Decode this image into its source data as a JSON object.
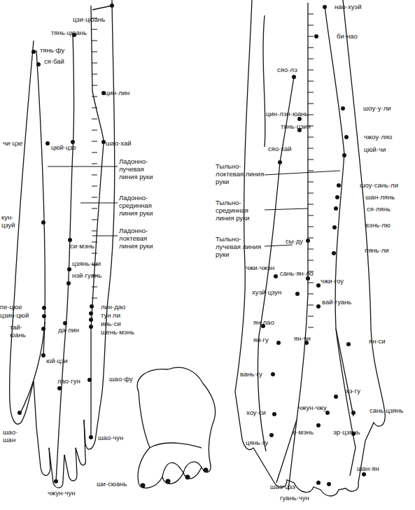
{
  "diagram": {
    "labels": [
      "цзи·цюань",
      "тянь·цюань",
      "тянь·фу",
      "ся·бай",
      "цин·лин",
      "чи·цзе",
      "цюй·цзе",
      "шао·хай",
      "Ладонно- лучевая линия руки",
      "кун· цзуй",
      "си·мэнь",
      "цзянь·ши",
      "нэй·гуань",
      "Ладонно- срединная линия руки",
      "Ладонно- локтевая линия руки",
      "пе·цюе",
      "цзин·цюй",
      "тай· юань",
      "да·лин",
      "лин·дао",
      "тун ли",
      "инь·си",
      "шень·мэнь",
      "юй·цзи",
      "лао·гун",
      "шао·фу",
      "шао· шан",
      "шао·чун",
      "чжун·чун",
      "ши·сюань",
      "нао·хуэй",
      "би·нао",
      "сяо·лэ",
      "шоу·у·ли",
      "цин·лэн·юань",
      "тянь·цзин",
      "чжоу·ляо",
      "сяо·хай",
      "цюй·чи",
      "Тыльно- локтевая линия руки",
      "шоу·сань·ли",
      "шан·лянь",
      "Тыльно- срединная линия руки",
      "ся·лянь",
      "вэнь·лю",
      "Тыльно- лучевая линия руки",
      "сы·ду",
      "пянь·ли",
      "чжи·чжэн",
      "сань·ян·ло",
      "чжи·гоу",
      "хуэй·цзун",
      "вай·гуань",
      "ян·лао",
      "ян·гу",
      "ян·чи",
      "ян·си",
      "вань·гу",
      "хэ·гу",
      "сань·цзянь",
      "хоу·си",
      "чжун·чжу",
      "е·мэнь",
      "эр·цзянь",
      "цянь·гу",
      "шао·цзэ",
      "гуань·чун",
      "шан·ян"
    ]
  }
}
